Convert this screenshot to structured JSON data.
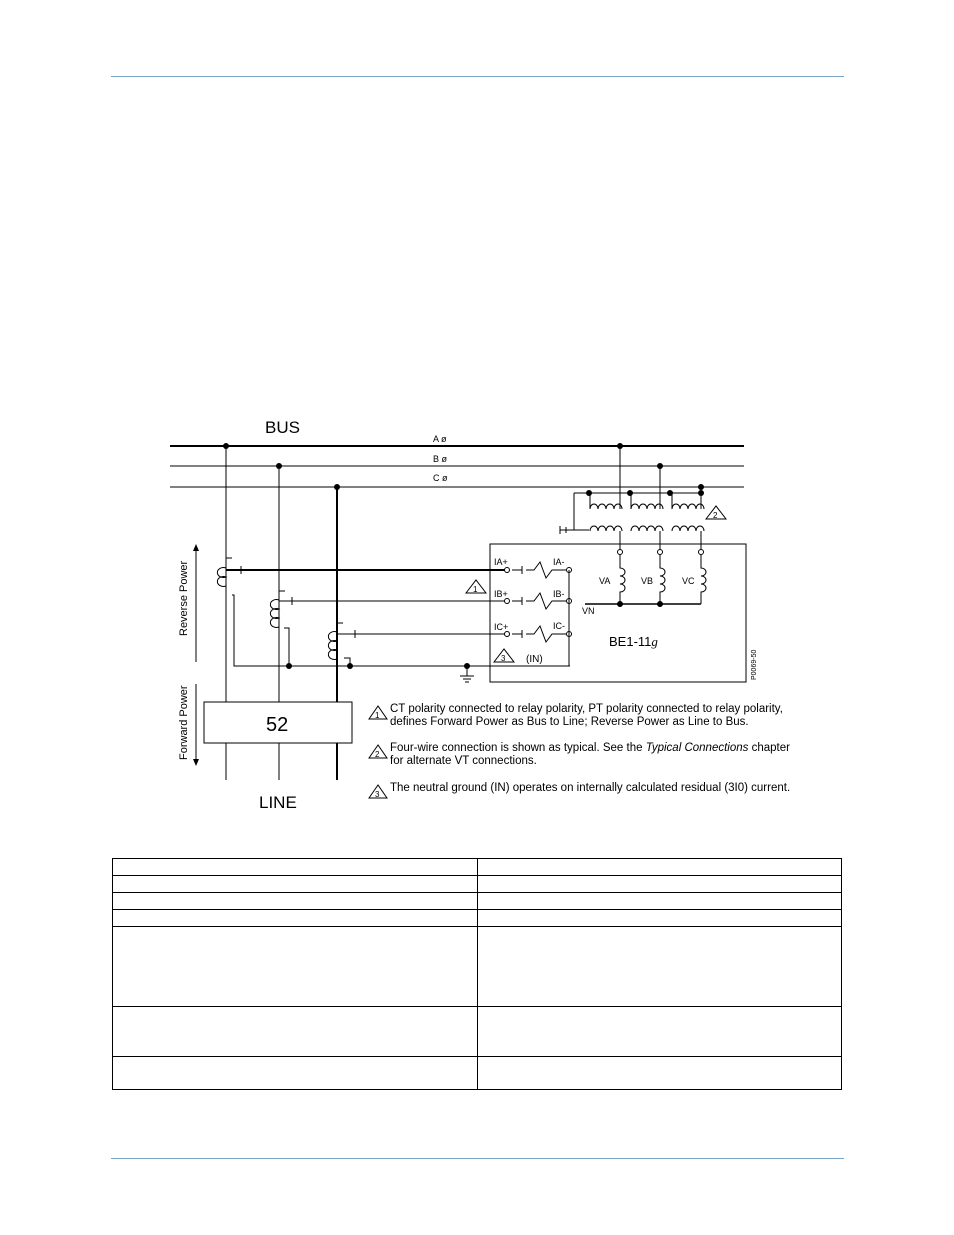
{
  "diagram": {
    "bus_label": "BUS",
    "line_label": "LINE",
    "phase_labels": [
      "A ø",
      "B ø",
      "C ø"
    ],
    "breaker_label": "52",
    "relay_label": "BE1-11",
    "relay_suffix": "g",
    "reverse_power_label": "Reverse Power",
    "forward_power_label": "Forward Power",
    "drawing_number": "P0069-50",
    "current_inputs": [
      {
        "plus": "IA+",
        "minus": "IA-"
      },
      {
        "plus": "IB+",
        "minus": "IB-"
      },
      {
        "plus": "IC+",
        "minus": "IC-"
      }
    ],
    "neutral_label": "(IN)",
    "voltage_inputs": [
      "VA",
      "VB",
      "VC"
    ],
    "vn_label": "VN",
    "markers": [
      "1",
      "2",
      "3"
    ]
  },
  "notes": [
    {
      "marker": "1",
      "lines": [
        "CT polarity connected to relay polarity, PT polarity connected to relay polarity,",
        "defines Forward Power as Bus to Line; Reverse Power as Line to Bus."
      ]
    },
    {
      "marker": "2",
      "line1_pre": "Four-wire connection is shown as typical. See the ",
      "line1_em": "Typical Connections",
      "line1_post": " chapter",
      "line2": " for alternate VT connections."
    },
    {
      "marker": "3",
      "lines": [
        "The neutral ground (IN) operates on internally calculated residual (3I0) current."
      ]
    }
  ]
}
